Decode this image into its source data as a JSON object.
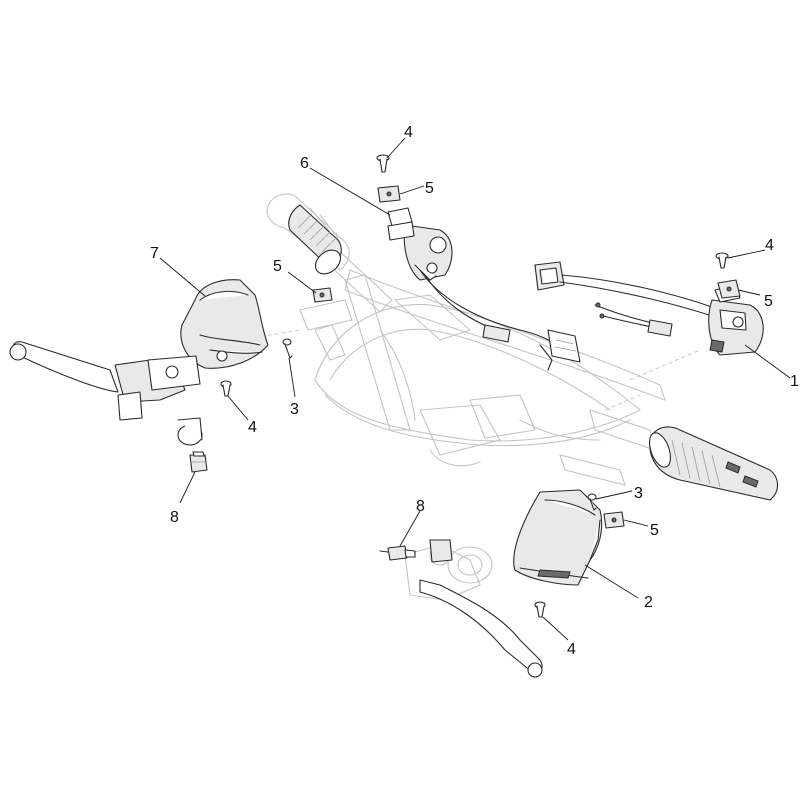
{
  "callouts": [
    {
      "id": "c1",
      "label": "1"
    },
    {
      "id": "c2",
      "label": "2"
    },
    {
      "id": "c3a",
      "label": "3"
    },
    {
      "id": "c3b",
      "label": "3"
    },
    {
      "id": "c4a",
      "label": "4"
    },
    {
      "id": "c4b",
      "label": "4"
    },
    {
      "id": "c4c",
      "label": "4"
    },
    {
      "id": "c4d",
      "label": "4"
    },
    {
      "id": "c5a",
      "label": "5"
    },
    {
      "id": "c5b",
      "label": "5"
    },
    {
      "id": "c5c",
      "label": "5"
    },
    {
      "id": "c5d",
      "label": "5"
    },
    {
      "id": "c6",
      "label": "6"
    },
    {
      "id": "c7",
      "label": "7"
    },
    {
      "id": "c8a",
      "label": "8"
    },
    {
      "id": "c8b",
      "label": "8"
    }
  ],
  "colors": {
    "line": "#2b2b2b",
    "ghost": "#c4c4c4",
    "background": "#ffffff"
  }
}
